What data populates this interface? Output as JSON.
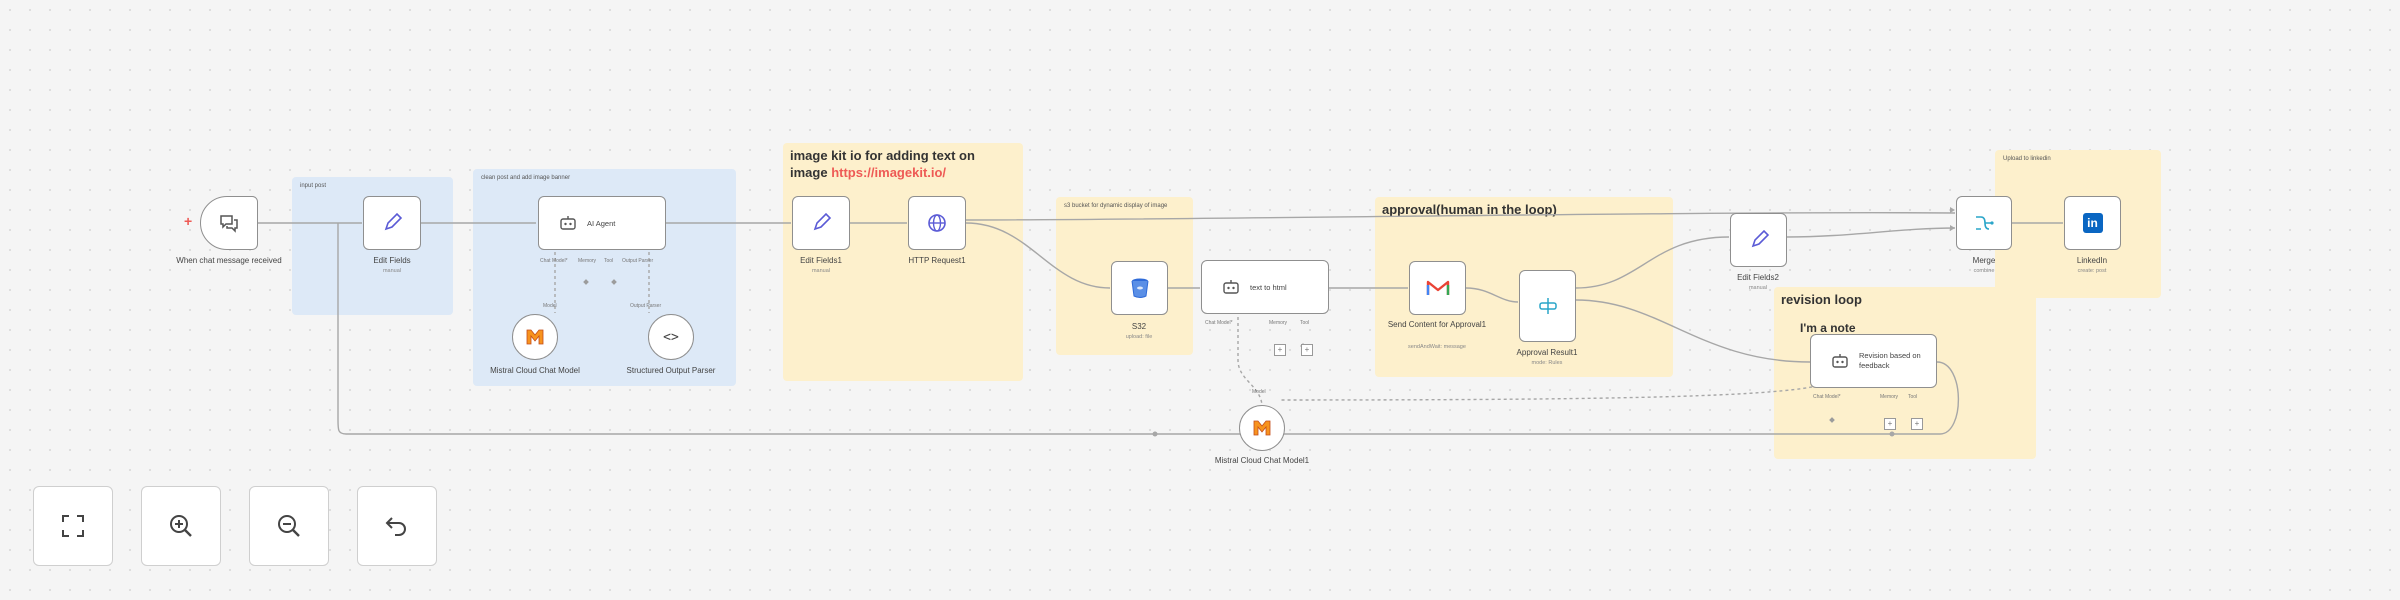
{
  "stickies": {
    "input_post": "input post",
    "clean_post": "clean post and add image banner",
    "imagekit_title": "image kit io for adding text on image",
    "imagekit_link": "https://imagekit.io/",
    "s3_note": "s3 bucket for dynamic display of image",
    "approval": "approval(human in the loop)",
    "upload_linkedin": "Upload to linkedin",
    "revision_loop": "revision loop",
    "note_text": "I'm a note"
  },
  "nodes": {
    "chat_trigger": {
      "label": "When chat message received"
    },
    "edit_fields": {
      "label": "Edit Fields",
      "sub": "manual"
    },
    "ai_agent": {
      "label": "AI Agent",
      "ports": [
        "Chat Model*",
        "Memory",
        "Tool",
        "Output Parser"
      ]
    },
    "mistral_1": {
      "label": "Mistral Cloud Chat Model",
      "port": "Model"
    },
    "structured_parser": {
      "label": "Structured Output Parser",
      "port": "Output Parser"
    },
    "edit_fields1": {
      "label": "Edit Fields1",
      "sub": "manual"
    },
    "http_request": {
      "label": "HTTP Request1"
    },
    "s3": {
      "label": "S32",
      "sub": "upload: file"
    },
    "text_to_html": {
      "label": "text to html",
      "ports": [
        "Chat Model*",
        "Memory",
        "Tool"
      ]
    },
    "send_content": {
      "label": "Send Content for Approval1",
      "sub": "sendAndWait: message"
    },
    "approval_result": {
      "label": "Approval Result1",
      "sub": "mode: Rules"
    },
    "edit_fields2": {
      "label": "Edit Fields2",
      "sub": "manual"
    },
    "merge": {
      "label": "Merge",
      "sub": "combine"
    },
    "linkedin": {
      "label": "LinkedIn",
      "sub": "create: post"
    },
    "revision": {
      "label": "Revision based on feedback",
      "ports": [
        "Chat Model*",
        "Memory",
        "Tool"
      ]
    },
    "mistral_2": {
      "label": "Mistral Cloud Chat Model1",
      "port": "Model"
    }
  },
  "controls": {
    "fit": "fit-view",
    "zoom_in": "zoom-in",
    "zoom_out": "zoom-out",
    "undo": "reset-zoom"
  },
  "colors": {
    "accent": "#ee5a55",
    "mistral": "#f7931e",
    "linkedin": "#0a66c2",
    "http": "#5b5bd6",
    "s3": "#2f6bd8",
    "merge": "#2aa5c9"
  }
}
